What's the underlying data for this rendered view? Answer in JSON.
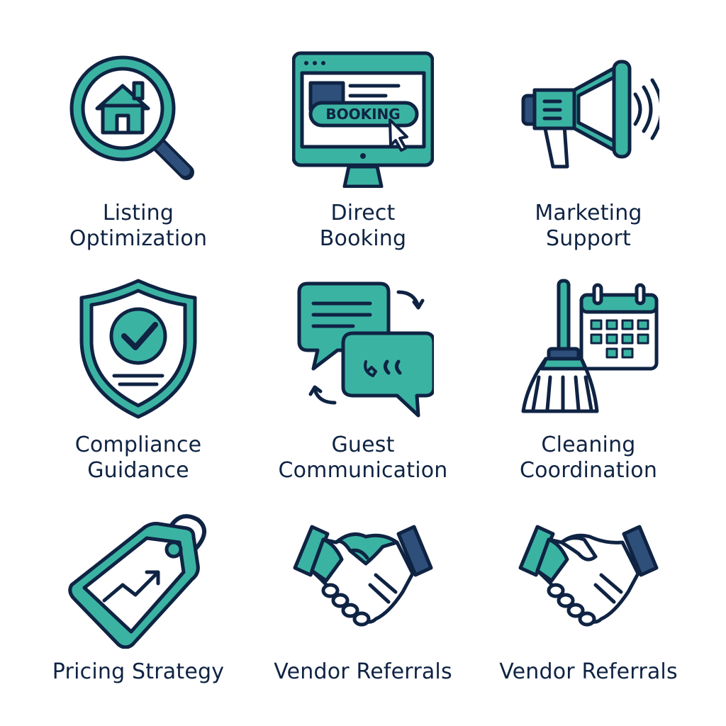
{
  "colors": {
    "teal": "#3bb3a3",
    "navy": "#0f2343",
    "slate_blue": "#2e4f7a",
    "text": "#0f2343",
    "background": "#ffffff"
  },
  "tiles": [
    {
      "icon": "house-search-icon",
      "line1": "Listing",
      "line2": "Optimization"
    },
    {
      "icon": "booking-monitor-icon",
      "line1": "Direct",
      "line2": "Booking",
      "screen_button": "BOOKING"
    },
    {
      "icon": "megaphone-icon",
      "line1": "Marketing",
      "line2": "Support"
    },
    {
      "icon": "shield-check-icon",
      "line1": "Compliance",
      "line2": "Guidance"
    },
    {
      "icon": "chat-bubbles-icon",
      "line1": "Guest",
      "line2": "Communication"
    },
    {
      "icon": "broom-calendar-icon",
      "line1": "Cleaning",
      "line2": "Coordination"
    },
    {
      "icon": "price-tag-icon",
      "line1": "Pricing Strategy"
    },
    {
      "icon": "handshake-icon",
      "line1": "Vendor Referrals"
    },
    {
      "icon": "handshake-icon",
      "line1": "Vendor Referrals"
    }
  ]
}
